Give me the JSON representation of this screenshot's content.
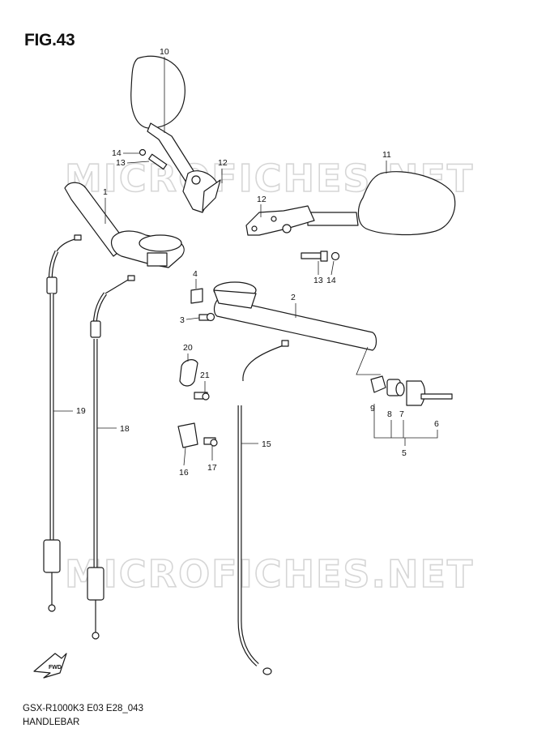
{
  "figure": {
    "title": "FIG.43",
    "code": "GSX-R1000K3 E03 E28_043",
    "name": "HANDLEBAR"
  },
  "watermark": {
    "text": "MICROFICHES.NET",
    "color": "#d6d6d6"
  },
  "fwd_label": "FWD",
  "callouts": [
    "10",
    "14",
    "13",
    "12",
    "11",
    "1",
    "12",
    "13",
    "14",
    "4",
    "2",
    "3",
    "20",
    "21",
    "9",
    "8",
    "7",
    "6",
    "5",
    "19",
    "18",
    "15",
    "16",
    "17"
  ]
}
